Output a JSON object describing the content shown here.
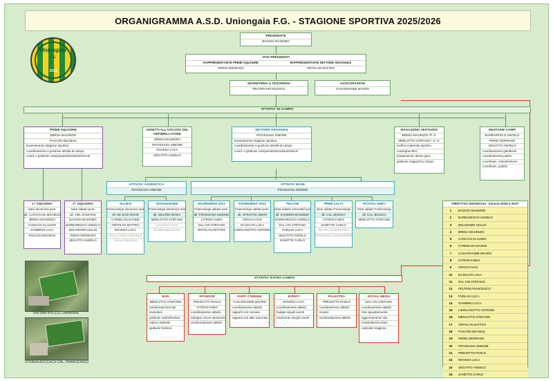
{
  "title": "ORGANIGRAMMA A.S.D. Uniongaia F.G. -  STAGIONE SPORTIVA 2025/2026",
  "logo": {
    "name": "Uniongaia",
    "sub": "F.G.",
    "year": "2013"
  },
  "presidente": {
    "role": "PRESIDENTE",
    "name": "BAGGIO MASSIMO"
  },
  "vice": {
    "role": "VICE PRESIDENTI",
    "rep1": "RAPPRESENTANTE PRIME SQUADRE",
    "rep2": "RAPPRESENTANTE SETTORE GIOVANILE",
    "name1": "PERIN GERMANO",
    "name2": "ORTOLAN MATTEO"
  },
  "segreteria": {
    "role": "SEGRETERIA & TESORERIA",
    "name": "PELTRIN FRANCESCO"
  },
  "assicurazioni": {
    "role": "ASSICURAZIONI",
    "name": "CASAGRANDE MAURO"
  },
  "attivita_campo": "ATTIVITA' DI CAMPO",
  "prime_squadre": {
    "title": "PRIME SQUADRE",
    "rows": [
      "BREDA MAURIZIO",
      "PASCON MICHELE",
      "tesseramento stagione sportiva",
      "coordinamento e gestione attività di campo",
      "coord. e gestione campionato/tornei/amichevoli"
    ]
  },
  "addetti": {
    "title": "ADDETTI ALL'UTILIZZO DEL DEFIBRILLATORE",
    "rows": [
      "BREDA MAURIZIO",
      "PIOVESANA SIMONE",
      "ROVEDA LUCA",
      "SEGATTO ANGELO"
    ]
  },
  "settore_giovanile": {
    "title": "SETTORE GIOVANILE",
    "rows": [
      "PIOVESANA SIMONE",
      "tesseramento stagione sportiva",
      "coordinamento e gestione attività di campo",
      "coord. e gestione campionato/tornei/amichevoli"
    ]
  },
  "magazzino": {
    "title": "MAGAZZINO VESTIARIO",
    "rows": [
      "BREDA MAURIZIO *P. S.",
      "MERLOTTO STEFANO * S. G.",
      "verifica materiale sportivo",
      "consegna-ritiro",
      "preparazione divise gara",
      "gestione magazzino campo"
    ]
  },
  "gestione_campi": {
    "title": "GESTIONE CAMPI",
    "rows": [
      "BARBARESCO ANGELO",
      "PERIN GERMANO",
      "SEGATTO ANGELO",
      "coordinamento giardinieri",
      "coordinamento pulizie",
      "coordinam. manutenzione",
      "coordinam. pulizia"
    ]
  },
  "agonistica": {
    "title": "ATTIVITA' AGONISTICA",
    "name": "PIOVESANA SIMONE"
  },
  "base": {
    "title": "ATTIVITA' BASE",
    "name": "PIOVESANA SIMONE"
  },
  "squadra1": {
    "title": "1^ SQUADRA",
    "sub": "Gare domenica pom.",
    "rows": [
      "all. CAVACCHIA MICHELE",
      "BREDA MAURIZIO",
      "CANCIAN CLAUDIO",
      "GAMBINO LUCA",
      "PASCON MICHELE"
    ]
  },
  "squadra2": {
    "title": "2^ SQUADRA",
    "sub": "Gare sabato pom.",
    "rows": [
      "all. VIEL DAMIANO",
      "BAGGIO MASSIMO",
      "BARBARESCO ANGELO",
      "BOLOGNINI GIULIO",
      "PERIN GERMANO",
      "SEGATTO ANGELO"
    ]
  },
  "allievi": {
    "title": "ALLIEVI",
    "sub": "Francesinge domenica matt.",
    "rows": [
      "all. DE BASI DAVID",
      "CARNELOS DAVIDE",
      "ORTOLAN MATTEO",
      "ROVEDA LUCA",
      "DALLA NORA MICHELE",
      "VISALI MICHELE"
    ]
  },
  "giovanissimi": {
    "title": "GIOVANISSIMI",
    "sub": "Francesinge domenica matt.",
    "rows": [
      "all. WALTER DIANA",
      "MERLOTTO STEFANO",
      "LUCIANO GAVA",
      "SCARTOZZI ELVIS"
    ]
  },
  "esordienti2013": {
    "title": "ESORDIENTI 2013",
    "sub": "Francesinge sabato pom.",
    "rows": [
      "all. PIOVESANA SIMONE",
      "CITRON FABIO",
      "DAL CIN STEFANO",
      "ORTOLAN MATTEO"
    ]
  },
  "esordienti2014": {
    "title": "ESORDIENTI 2014",
    "sub": "Francesinge sabato pom.",
    "rows": [
      "all. OFRATOS OMAR",
      "CROCIA IVAN",
      "DA BALTO LUCA",
      "LINGUANOTTO ANTONIO"
    ]
  },
  "pulcini": {
    "title": "PULCINI",
    "sub": "Gare sabato mercoledì pom.",
    "rows": [
      "all. SANDRIN MASSIMO",
      "BARBARESCO ANGELO",
      "DAL CIN STEFANO",
      "FURLAN LUCA",
      "SEGATTO ANGELO",
      "ZANETTE CARLO"
    ]
  },
  "primi_calci": {
    "title": "PRIMI CALCI",
    "sub": "Gare sabato Francesinge",
    "rows": [
      "all. CAL JESSICA",
      "CITRON FABIO",
      "ZANETTE CARLO",
      "DE FALCO MARIANO",
      "RADADANA ALESSANDRO"
    ]
  },
  "piccoli_amici": {
    "title": "PICCOLI AMICI",
    "sub": "Gare sabato Francesinge",
    "rows": [
      "all. CAL JESSICA",
      "MERLOTTO STEFANO"
    ]
  },
  "extra_campo": "ATTIVITA' EXTRA CAMPO",
  "bar": {
    "title": "BAR",
    "rows": [
      "MERLOTTO STEFANO",
      "rendicontazione bar",
      "inventario",
      "gestione ordini/fornitori",
      "ordine materiali",
      "gestione fornitori"
    ]
  },
  "sponsor": {
    "title": "SPONSOR",
    "rows": [
      "PRESOTTO PAOLO",
      "CITRON FABIO",
      "coordinamento attività",
      "sviluppo nuove sponsorizzazioni",
      "rendicontazione attività"
    ]
  },
  "rapp_comune": {
    "title": "RAPP. COMUNE",
    "rows": [
      "CASAGRANDE MAURO",
      "coordinamento attività",
      "rapporti con comune",
      "rapporti con altre associaz."
    ]
  },
  "eventi": {
    "title": "EVENTI",
    "rows": [
      "ROVEDA LUCA",
      "coordinamento attività",
      "budget singoli eventi",
      "rendiconto singoli eventi"
    ]
  },
  "palestra": {
    "title": "PALESTRA",
    "rows": [
      "PRESOTTO PAOLO",
      "coordinamento attività",
      "incassi",
      "rendicontazione attività"
    ]
  },
  "social": {
    "title": "SOCIAL MEDIA",
    "rows": [
      "DAL CIN STEFANO",
      "coordinamento attività",
      "foto squadre/eventi",
      "aggiornamento sito",
      "newsletter/circolare",
      "calendari stagione"
    ]
  },
  "photo1": "VIA SAN ROCCO, GAIARINE",
  "photo2": "STRADA BOCCA DI CAL, FRANCENIGO",
  "direttivo": {
    "title": "DIRETTIVO UNIONGAIA - biennio 25/26 e 26/27",
    "members": [
      {
        "n": "1",
        "name": "BAGGIO MASSIMO"
      },
      {
        "n": "2",
        "name": "BARBARESCO ANGELO"
      },
      {
        "n": "3",
        "name": "BOLOGNINI GIULIO"
      },
      {
        "n": "4",
        "name": "BREDA MAURIZIO"
      },
      {
        "n": "5",
        "name": "CANCIAN CLAUDIO"
      },
      {
        "n": "6",
        "name": "CARNELOS DAVIDE"
      },
      {
        "n": "7",
        "name": "CASAGRANDE MAURO"
      },
      {
        "n": "8",
        "name": "CITRON FABIO"
      },
      {
        "n": "9",
        "name": "CROCIA IVAN"
      },
      {
        "n": "10",
        "name": "DA BALTO LUCA"
      },
      {
        "n": "11",
        "name": "DAL CIN STEFANO"
      },
      {
        "n": "12",
        "name": "FELTRIN FRANCESCO"
      },
      {
        "n": "13",
        "name": "FURLAN LUCA"
      },
      {
        "n": "14",
        "name": "GAMBINO LUCA"
      },
      {
        "n": "15",
        "name": "LINGUANOTTO ANTONIO"
      },
      {
        "n": "16",
        "name": "MERLOTTO STEFANO"
      },
      {
        "n": "17",
        "name": "ORTOLAN MATTEO"
      },
      {
        "n": "18",
        "name": "PASCON MICHELE"
      },
      {
        "n": "19",
        "name": "PERIN GERMANO"
      },
      {
        "n": "20",
        "name": "PIOVESANA SIMONE"
      },
      {
        "n": "21",
        "name": "PRESOTTO PAOLO"
      },
      {
        "n": "22",
        "name": "ROVEDA LUCA"
      },
      {
        "n": "23",
        "name": "SEGATTO ANGELO"
      },
      {
        "n": "24",
        "name": "ZANETTE CARLO"
      }
    ]
  }
}
